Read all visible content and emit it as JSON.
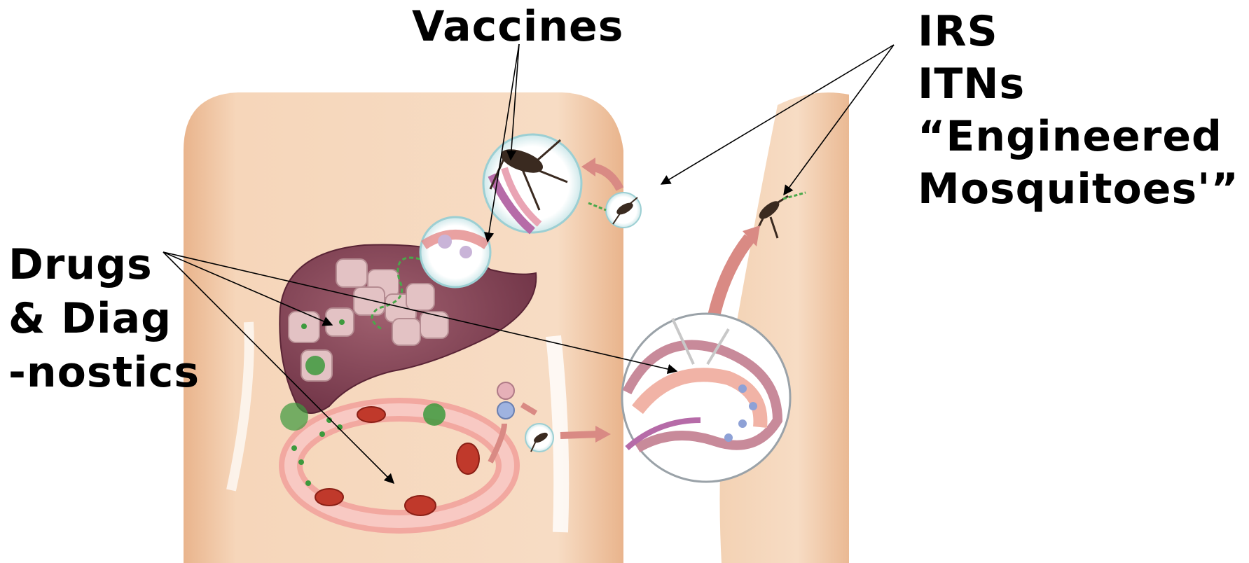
{
  "labels": {
    "vaccines": "Vaccines",
    "vector_control": [
      "IRS",
      "ITNs",
      "“Engineered",
      "Mosquitoes'”"
    ],
    "drugs_diagnostics": [
      "Drugs",
      "& Diag",
      "-nostics"
    ]
  },
  "colors": {
    "skin": "#f6d9bf",
    "skin_shadow": "#e8b78f",
    "liver": "#8c4a5c",
    "liver_dark": "#6e3245",
    "cycle_ring": "#f2a8a0",
    "red_cell": "#c0392b",
    "parasite_green": "#3d9a3d",
    "arrow": "#000000",
    "flow_arrow": "#d98a84"
  }
}
